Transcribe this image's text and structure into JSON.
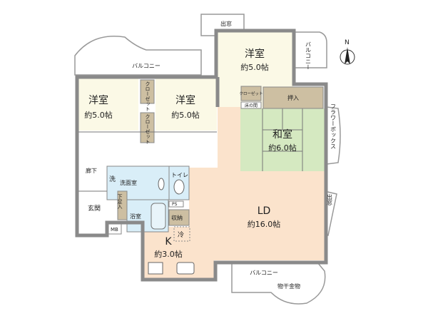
{
  "compass": {
    "label": "N"
  },
  "rooms": {
    "western_left": {
      "name": "洋室",
      "size": "約5.0帖"
    },
    "western_middle": {
      "name": "洋室",
      "size": "約5.0帖"
    },
    "western_top": {
      "name": "洋室",
      "size": "約5.0帖"
    },
    "japanese": {
      "name": "和室",
      "size": "約6.0帖"
    },
    "ld": {
      "name": "LD",
      "size": "約16.0帖"
    },
    "kitchen": {
      "name": "K",
      "size": "約3.0帖"
    }
  },
  "labels": {
    "balcony_top": "バルコニー",
    "balcony_right": "バルコニー",
    "balcony_bottom": "バルコニー",
    "bay_window_top": "出窓",
    "bay_window_right": "出窓",
    "flower_box": "フラワーボックス",
    "closet_1": "クローゼット",
    "closet_2": "クローゼット",
    "closet_3": "クローゼット",
    "oshiire": "押入",
    "tokonoma": "床の間",
    "hallway": "廊下",
    "washer": "洗",
    "washroom": "洗面室",
    "toilet": "トイレ",
    "bathroom": "浴室",
    "entrance": "玄関",
    "shoe_storage": "下足入",
    "ps": "PS",
    "storage": "収納",
    "fridge": "冷",
    "mb": "MB",
    "clothes_rack": "物干金物"
  },
  "colors": {
    "cream": "#fbf9e6",
    "peach": "#fbe3cc",
    "green": "#d5e9c1",
    "blue": "#d9eef8",
    "tan": "#cdbfa2",
    "wall": "#8a8a8a"
  }
}
